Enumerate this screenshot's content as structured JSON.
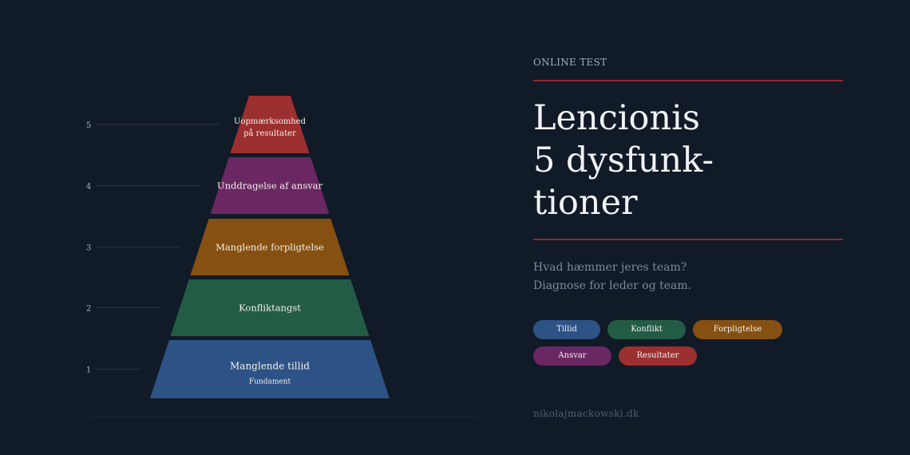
{
  "pyramid": {
    "levels": [
      {
        "number": "1",
        "label": "Manglende tillid",
        "sublabel": "Fundament",
        "color": "#2d5286"
      },
      {
        "number": "2",
        "label": "Konfliktangst",
        "sublabel": "",
        "color": "#235c45"
      },
      {
        "number": "3",
        "label": "Manglende forpligtelse",
        "sublabel": "",
        "color": "#855011"
      },
      {
        "number": "4",
        "label": "Unddragelse af ansvar",
        "sublabel": "",
        "color": "#6a2763"
      },
      {
        "number": "5",
        "label": "Uopmærksomhed",
        "sublabel": "på resultater",
        "color": "#9c2f2f"
      }
    ]
  },
  "header": {
    "eyebrow": "ONLINE TEST",
    "title": "Lencionis\n5 dysfunk-\ntioner"
  },
  "subtitle": {
    "line1": "Hvad hæmmer jeres team?",
    "line2": "Diagnose for leder og team."
  },
  "tags": [
    {
      "label": "Tillid",
      "color": "#2d5286"
    },
    {
      "label": "Konflikt",
      "color": "#235c45"
    },
    {
      "label": "Forpligtelse",
      "color": "#855011"
    },
    {
      "label": "Ansvar",
      "color": "#6a2763"
    },
    {
      "label": "Resultater",
      "color": "#9c2f2f"
    }
  ],
  "footer": {
    "site": "nikolajmackowski.dk"
  },
  "colors": {
    "background": "#111a27",
    "accent_rule": "#8e2a33"
  }
}
